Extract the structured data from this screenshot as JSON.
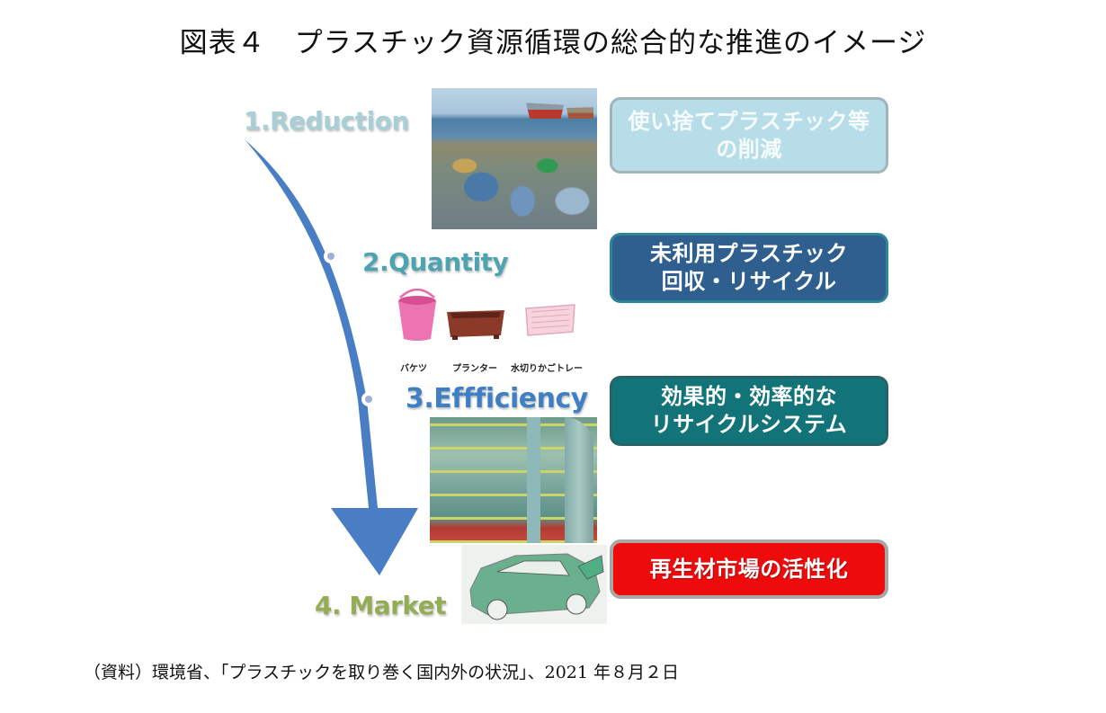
{
  "figure": {
    "title": "図表４　プラスチック資源循環の総合的な推進のイメージ",
    "source": "（資料）環境省、「プラスチックを取り巻く国内外の状況」、2021 年８月２日"
  },
  "stages": [
    {
      "label": "1.Reduction",
      "color": "#a9cfd6",
      "box_text": "使い捨てプラスチック等\nの削減",
      "box_color": "#b7dde8",
      "image": "ocean-plastic-waste-photo"
    },
    {
      "label": "2.Quantity",
      "color": "#4ea3b1",
      "box_text": "未利用プラスチック\n回収・リサイクル",
      "box_color": "#2f5f8f",
      "image": "plastic-products-illustration"
    },
    {
      "label": "3.Effficiency",
      "color": "#3f7fc4",
      "box_text": "効果的・効率的な\nリサイクルシステム",
      "box_color": "#127478",
      "image": "recycling-plant-photo"
    },
    {
      "label": "4. Market",
      "color": "#93ad55",
      "box_text": "再生材市場の活性化",
      "box_color": "#ee0b0b",
      "image": "car-parts-diagram"
    }
  ],
  "products": [
    {
      "name": "バケツ",
      "icon": "bucket-icon",
      "color": "#e86aa8"
    },
    {
      "name": "プランター",
      "icon": "planter-icon",
      "color": "#8b3a2a"
    },
    {
      "name": "水切りかごトレー",
      "icon": "basket-icon",
      "color": "#f2c6d3"
    }
  ],
  "arrow": {
    "color": "#4a7ec4",
    "direction": "down"
  }
}
